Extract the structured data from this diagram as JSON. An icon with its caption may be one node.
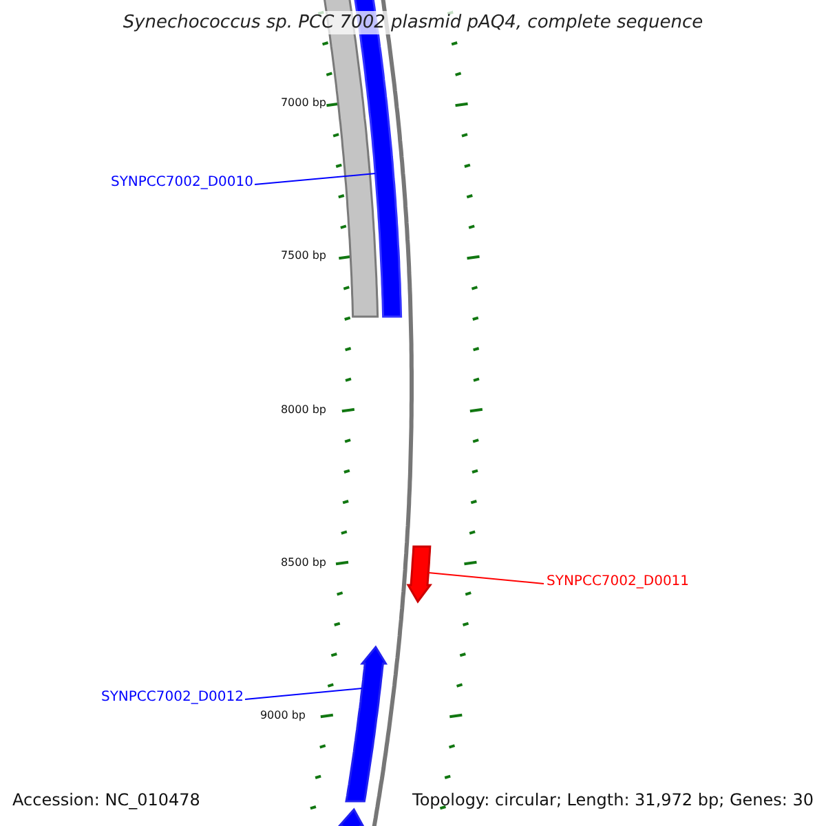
{
  "diagram": {
    "title": "Synechococcus sp. PCC 7002 plasmid pAQ4, complete sequence",
    "nodes": [
      {
        "text": [
          "SYNPCC7002_D0010"
        ]
      },
      {
        "text": [],
        "shape": "bar"
      },
      {
        "text": [],
        "shape": "bar"
      },
      {
        "text": [],
        "shape": "bar"
      },
      {
        "text": [
          "SYNPCC7002_D0011"
        ]
      },
      {
        "text": [
          "SYNPCC7002_D0012"
        ]
      },
      {
        "text": [],
        "shape": "bar"
      },
      {
        "text": [],
        "shape": "bar"
      }
    ],
    "edges": [
      {
        "from": 0,
        "to": 2,
        "arrow": "none"
      },
      {
        "from": 4,
        "to": 3,
        "arrow": "none",
        "color": "#ff0000"
      },
      {
        "from": 5,
        "to": 6,
        "arrow": "none"
      }
    ],
    "labels": [
      "7000 bp",
      "7500 bp",
      "8000 bp",
      "8500 bp",
      "9000 bp",
      "Accession: NC_010478",
      "Topology: circular; Length: 31,972 bp; Genes: 30"
    ]
  }
}
